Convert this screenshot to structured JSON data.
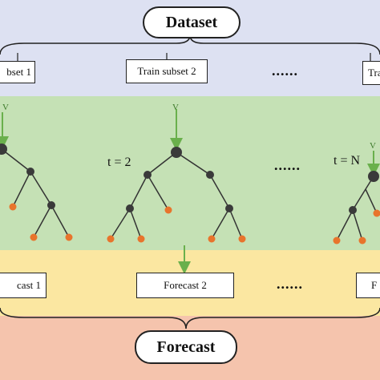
{
  "dataset_label": "Dataset",
  "train_subsets": [
    "bset 1",
    "Train subset 2",
    "Tra"
  ],
  "tree_labels": [
    "t = 2",
    "t = N"
  ],
  "input_labels": [
    "V",
    "V",
    "V"
  ],
  "forecasts": [
    "cast 1",
    "Forecast 2",
    "F"
  ],
  "ellipsis": "......",
  "output_label": "Forecast",
  "colors": {
    "subset_band": "#dde1f2",
    "tree_band": "#c5e1b5",
    "forecast_band": "#fbe7a1",
    "output_band": "#f5c4ad",
    "internal_node": "#3a3a3a",
    "leaf_node": "#e8742c",
    "input_arrow": "#6ab04c"
  }
}
